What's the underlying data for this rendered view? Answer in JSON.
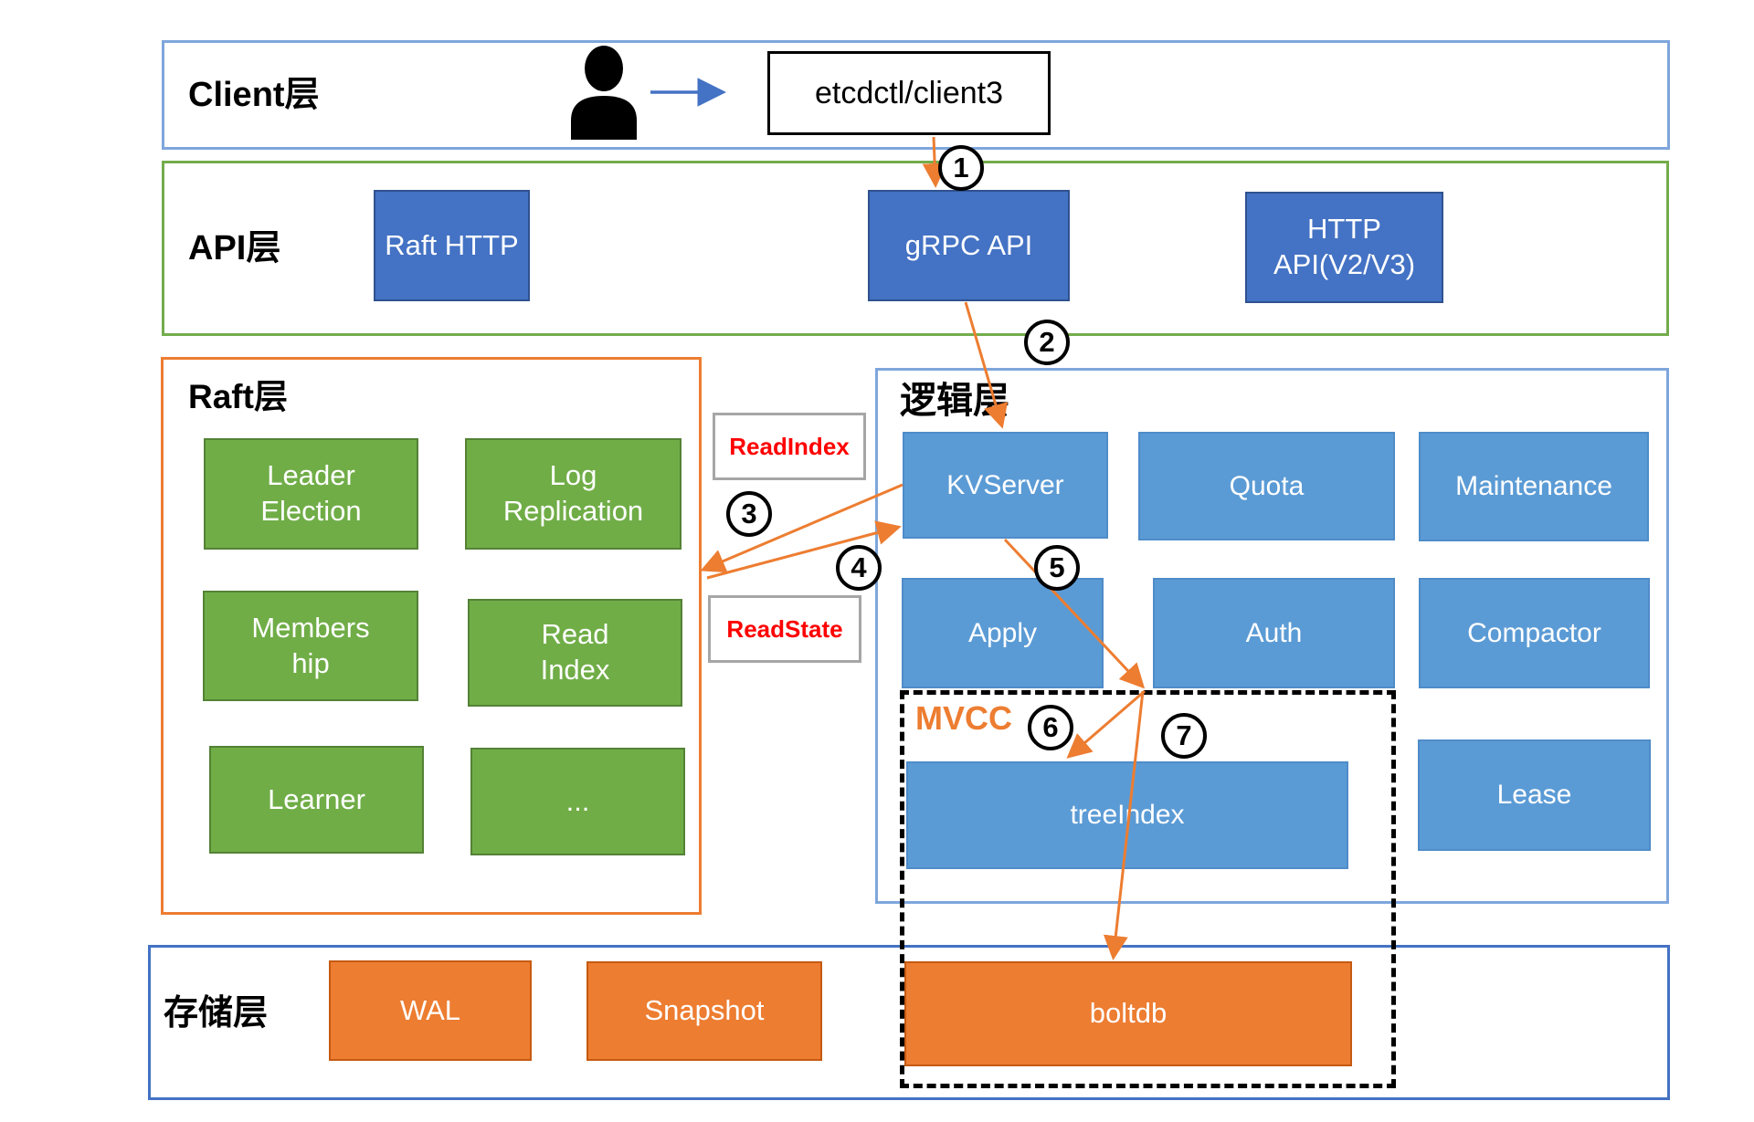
{
  "layers": {
    "client": {
      "label": "Client层"
    },
    "api": {
      "label": "API层"
    },
    "raft": {
      "label": "Raft层"
    },
    "logic": {
      "label": "逻辑层"
    },
    "storage": {
      "label": "存储层"
    },
    "mvcc": {
      "label": "MVCC"
    }
  },
  "client_layer": {
    "terminal_label": "etcdctl/client3",
    "person_icon": "user-silhouette-icon"
  },
  "api_layer": {
    "raft_http": "Raft HTTP",
    "grpc_api": "gRPC API",
    "http_api_line1": "HTTP",
    "http_api_line2": "API(V2/V3)"
  },
  "raft_layer": {
    "leader_line1": "Leader",
    "leader_line2": "Election",
    "log_line1": "Log",
    "log_line2": "Replication",
    "membership_line1": "Members",
    "membership_line2": "hip",
    "readindex_line1": "Read",
    "readindex_line2": "Index",
    "learner": "Learner",
    "more": "..."
  },
  "logic_layer": {
    "kvserver": "KVServer",
    "quota": "Quota",
    "maintenance": "Maintenance",
    "apply": "Apply",
    "auth": "Auth",
    "compactor": "Compactor",
    "tree_index": "treeIndex",
    "lease": "Lease"
  },
  "storage_layer": {
    "wal": "WAL",
    "snapshot": "Snapshot",
    "boltdb": "boltdb"
  },
  "annotations": {
    "read_index": "ReadIndex",
    "read_state": "ReadState"
  },
  "steps": [
    "1",
    "2",
    "3",
    "4",
    "5",
    "6",
    "7"
  ],
  "colors": {
    "dark_blue_fill": "#4472C4",
    "light_blue_fill": "#5B9BD5",
    "green_fill": "#70AD47",
    "orange_fill": "#ED7D31",
    "arrow_orange": "#ED7D31",
    "annotation_red": "#FF0000",
    "client_border": "#7EA6DC",
    "api_border": "#73AC4C",
    "raft_border": "#ED7D31",
    "storage_border": "#4472C4",
    "dashed_border": "#000000"
  }
}
